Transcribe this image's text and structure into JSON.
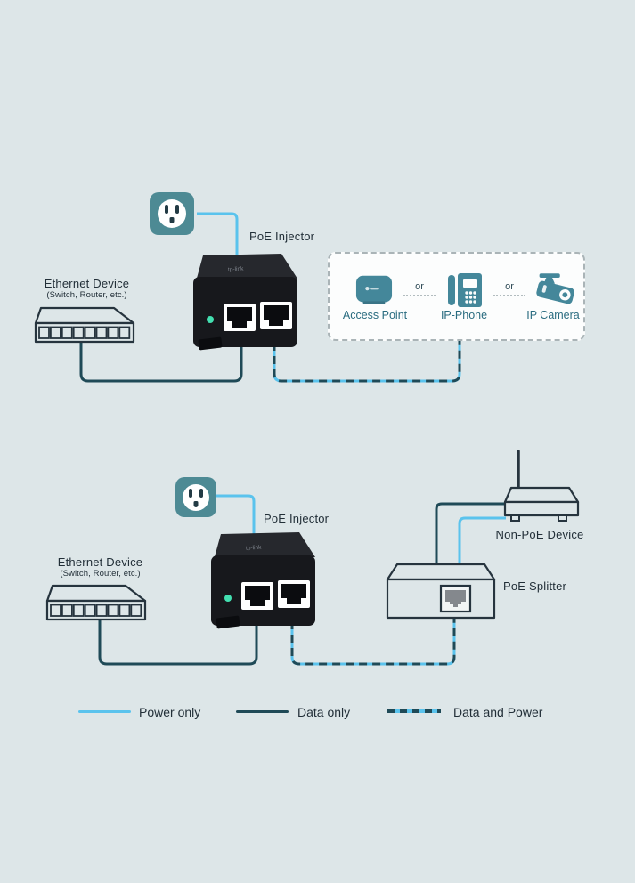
{
  "colors": {
    "background": "#dde6e8",
    "power_line": "#5ac3ed",
    "data_line": "#1f4a57",
    "device_outline": "#26343e",
    "teal_icon": "#44879a",
    "outlet_teal": "#4d8a94",
    "icon_label_teal": "#2a6c80",
    "led_green": "#43dfb0",
    "text_dark": "#222f38",
    "box_border": "#aab4b7"
  },
  "top": {
    "injector_label": "PoE Injector",
    "ethernet": {
      "title": "Ethernet Device",
      "subtitle": "(Switch, Router, etc.)"
    },
    "devices_box": {
      "separator": "or",
      "items": [
        {
          "label": "Access Point",
          "icon": "access-point-icon"
        },
        {
          "label": "IP-Phone",
          "icon": "ip-phone-icon"
        },
        {
          "label": "IP Camera",
          "icon": "ip-camera-icon"
        }
      ]
    }
  },
  "bottom": {
    "injector_label": "PoE Injector",
    "ethernet": {
      "title": "Ethernet Device",
      "subtitle": "(Switch, Router, etc.)"
    },
    "non_poe_label": "Non-PoE Device",
    "splitter_label": "PoE Splitter"
  },
  "legend": {
    "items": [
      {
        "label": "Power only",
        "style": "power"
      },
      {
        "label": "Data only",
        "style": "data"
      },
      {
        "label": "Data and Power",
        "style": "datapower"
      }
    ]
  }
}
